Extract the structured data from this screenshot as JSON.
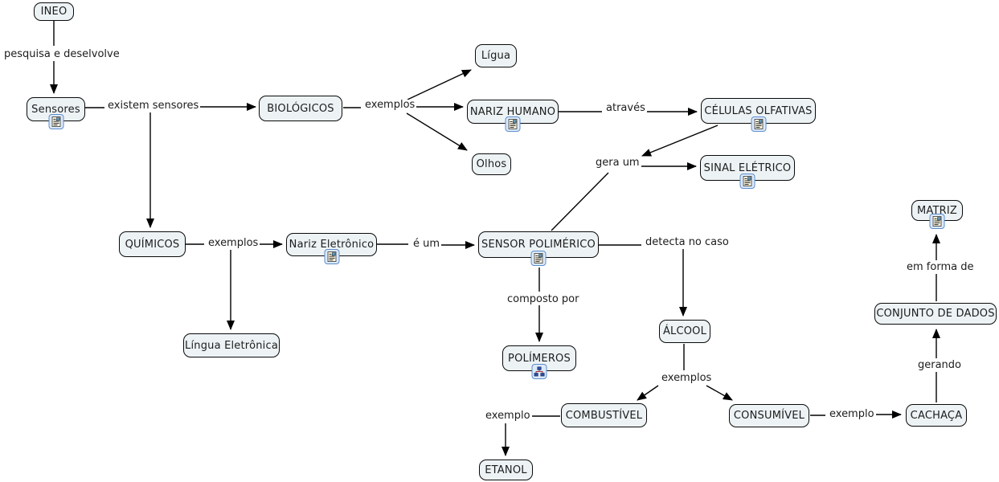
{
  "app": {
    "type": "concept-map"
  },
  "colors": {
    "background": "#ffffff",
    "node_fill": "#edf3f5",
    "node_border": "#0a0a0a",
    "line": "#000000",
    "icon_button_fill": "#ddeafa",
    "icon_button_border": "#5b8ccc",
    "icon_paper_fill": "#fdf8e3"
  },
  "nodes": {
    "ineo": {
      "label": "INEO"
    },
    "sensores": {
      "label": "Sensores",
      "icon": "resource-icon"
    },
    "biologicos": {
      "label": "BIOLÓGICOS"
    },
    "ligua": {
      "label": "Lígua"
    },
    "nariz_humano": {
      "label": "NARIZ HUMANO",
      "icon": "resource-icon"
    },
    "olhos": {
      "label": "Olhos"
    },
    "celulas_olfativas": {
      "label": "CÉLULAS OLFATIVAS",
      "icon": "resource-icon"
    },
    "sinal_eletrico": {
      "label": "SINAL ELÉTRICO",
      "icon": "resource-icon"
    },
    "quimicos": {
      "label": "QUÍMICOS"
    },
    "nariz_eletronico": {
      "label": "Nariz Eletrônico",
      "icon": "resource-icon"
    },
    "sensor_polimerico": {
      "label": "SENSOR POLIMÉRICO",
      "icon": "resource-icon"
    },
    "lingua_eletronica": {
      "label": "Língua Eletrônica"
    },
    "polimeros": {
      "label": "POLÍMEROS",
      "icon": "cmap-icon"
    },
    "alcool": {
      "label": "ÁLCOOL"
    },
    "combustivel": {
      "label": "COMBUSTÍVEL"
    },
    "etanol": {
      "label": "ETANOL"
    },
    "consumivel": {
      "label": "CONSUMÍVEL"
    },
    "cachaca": {
      "label": "CACHAÇA"
    },
    "conjunto_de_dados": {
      "label": "CONJUNTO DE DADOS"
    },
    "matriz": {
      "label": "MATRIZ",
      "icon": "resource-icon"
    }
  },
  "links": {
    "pesquisa_e_deselvolve": "pesquisa e deselvolve",
    "existem_sensores": "existem sensores",
    "exemplos_biologicos": "exemplos",
    "atraves": "através",
    "gera_um": "gera um",
    "exemplos_quimicos": "exemplos",
    "e_um": "é um",
    "detecta_no_caso": "detecta no caso",
    "composto_por": "composto por",
    "exemplos_alcool": "exemplos",
    "exemplo_combustivel": "exemplo",
    "exemplo_consumivel": "exemplo",
    "gerando": "gerando",
    "em_forma_de": "em forma de"
  }
}
